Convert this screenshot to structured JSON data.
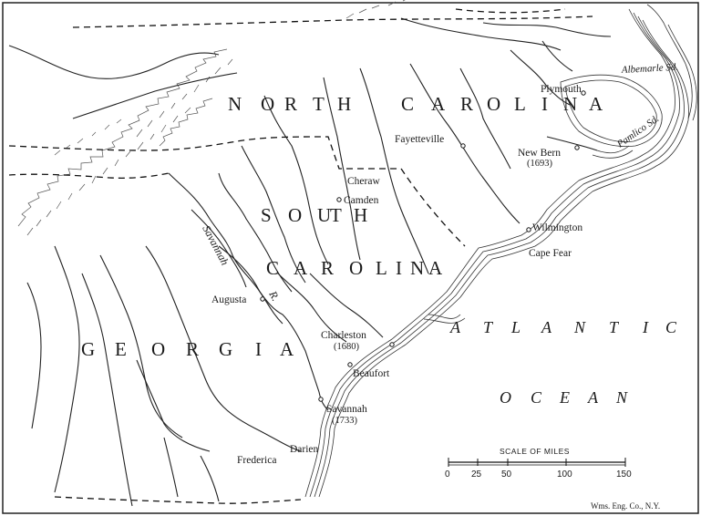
{
  "map": {
    "states": {
      "north_carolina": [
        "N",
        "O",
        "R",
        "T",
        "H",
        "C",
        "A",
        "R",
        "O",
        "L",
        "I",
        "N",
        "A"
      ],
      "south_carolina_1": [
        "S",
        "O",
        "U",
        "T",
        "H"
      ],
      "south_carolina_2": [
        "C",
        "A",
        "R",
        "O",
        "L",
        "I",
        "N",
        "A"
      ],
      "georgia": [
        "G",
        "E",
        "O",
        "R",
        "G",
        "I",
        "A"
      ]
    },
    "ocean": {
      "line1": [
        "A",
        "T",
        "L",
        "A",
        "N",
        "T",
        "I",
        "C"
      ],
      "line2": [
        "O",
        "C",
        "E",
        "A",
        "N"
      ]
    },
    "places": {
      "plymouth": "Plymouth",
      "fayetteville": "Fayetteville",
      "new_bern": "New Bern",
      "new_bern_year": "(1693)",
      "cheraw": "Cheraw",
      "camden": "Camden",
      "wilmington": "Wilmington",
      "cape_fear": "Cape Fear",
      "augusta": "Augusta",
      "charleston": "Charleston",
      "charleston_year": "(1680)",
      "beaufort": "Beaufort",
      "savannah": "Savannah",
      "savannah_year": "(1733)",
      "darien": "Darien",
      "frederica": "Frederica"
    },
    "water": {
      "albemarle": "Albemarle Sd.",
      "pamlico": "Pamlico Sd.",
      "savannah_river_1": "Savannah",
      "savannah_river_2": "R."
    },
    "scale": {
      "title": "SCALE OF MILES",
      "ticks": [
        "0",
        "25",
        "50",
        "100",
        "150"
      ]
    },
    "credit": "Wms. Eng. Co., N.Y."
  }
}
